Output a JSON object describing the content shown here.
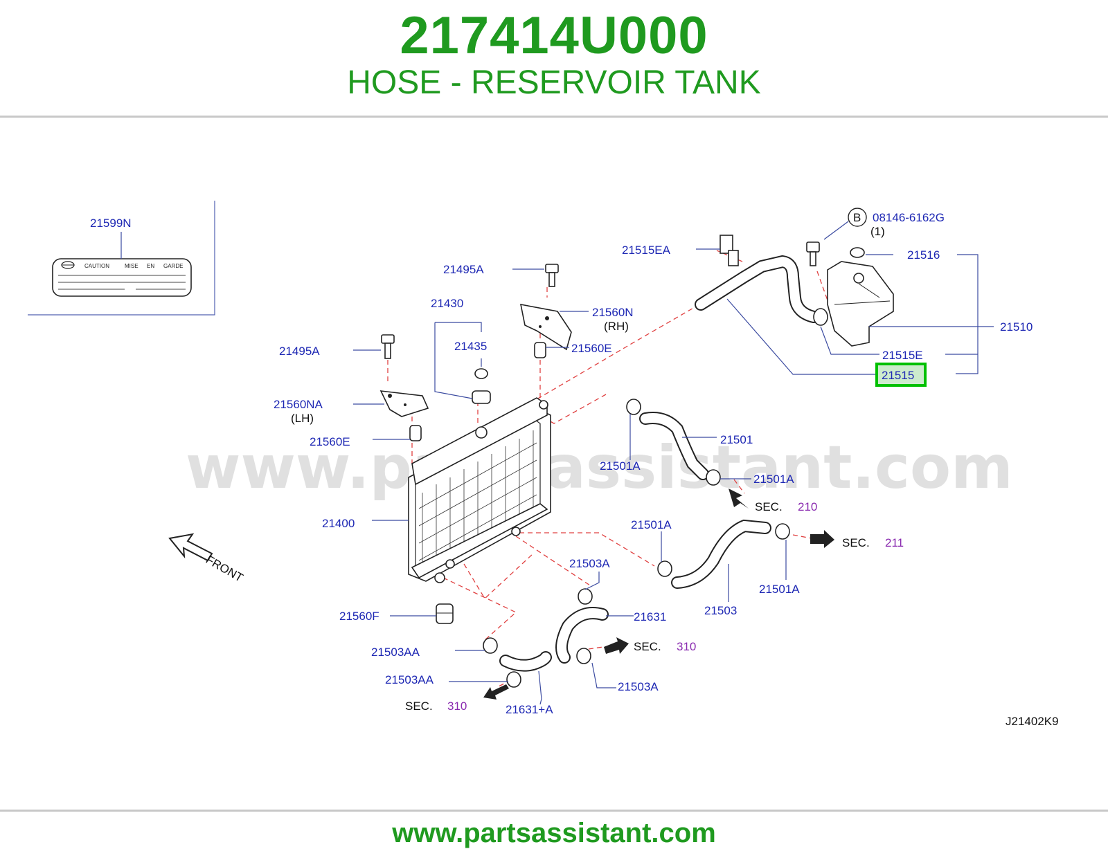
{
  "header": {
    "part_number": "217414U000",
    "part_name": "HOSE - RESERVOIR TANK"
  },
  "footer": {
    "url": "www.partsassistant.com"
  },
  "watermark": "www.partsassistant.com",
  "diagram_code": "J21402K9",
  "front_label": "FRONT",
  "caution_label": {
    "caution": "CAUTION",
    "mise": "MISE",
    "en": "EN",
    "garde": "GARDE"
  },
  "highlight_color": "#00c000",
  "labels": {
    "p21599N": "21599N",
    "p21515EA": "21515EA",
    "bolt_circle": "B",
    "bolt": "08146-6162G",
    "bolt_qty": "(1)",
    "p21516": "21516",
    "p21510": "21510",
    "p21515E": "21515E",
    "p21515": "21515",
    "p21495A_top": "21495A",
    "p21430": "21430",
    "p21560N": "21560N",
    "rh": "(RH)",
    "p21435": "21435",
    "p21560E_top": "21560E",
    "p21495A_left": "21495A",
    "p21560NA": "21560NA",
    "lh": "(LH)",
    "p21560E_left": "21560E",
    "p21501": "21501",
    "p21501A_1": "21501A",
    "p21501A_2": "21501A",
    "sec": "SEC.",
    "sec210": "210",
    "p21400": "21400",
    "p21501A_3": "21501A",
    "sec211": "211",
    "p21503A_1": "21503A",
    "p21501A_4": "21501A",
    "p21503": "21503",
    "p21560F": "21560F",
    "p21631": "21631",
    "p21503AA_1": "21503AA",
    "sec310_right": "310",
    "p21503AA_2": "21503AA",
    "p21503A_2": "21503A",
    "sec310_left": "310",
    "p21631A": "21631+A"
  }
}
